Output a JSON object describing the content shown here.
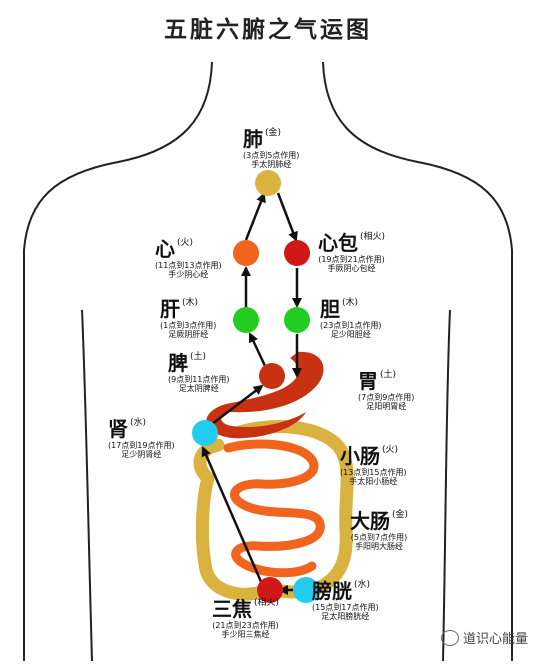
{
  "title": "五脏六腑之气运图",
  "organs": [
    {
      "name": "肺",
      "element": "金",
      "time": "(3点到5点作用)",
      "meridian": "手太阴肺经",
      "color": "#d9b23f"
    },
    {
      "name": "心",
      "element": "火",
      "time": "(11点到13点作用)",
      "meridian": "手少阴心经",
      "color": "#f0641e"
    },
    {
      "name": "心包",
      "element": "相火",
      "time": "(19点到21点作用)",
      "meridian": "手厥阴心包经",
      "color": "#d01818"
    },
    {
      "name": "肝",
      "element": "木",
      "time": "(1点到3点作用)",
      "meridian": "足厥阴肝经",
      "color": "#22cc22"
    },
    {
      "name": "胆",
      "element": "木",
      "time": "(23点到1点作用)",
      "meridian": "足少阳胆经",
      "color": "#22cc22"
    },
    {
      "name": "脾",
      "element": "土",
      "time": "(9点到11点作用)",
      "meridian": "足太阴脾经",
      "color": "#c83212"
    },
    {
      "name": "胃",
      "element": "土",
      "time": "(7点到9点作用)",
      "meridian": "足阳明胃经",
      "color": "#c83212"
    },
    {
      "name": "肾",
      "element": "水",
      "time": "(17点到19点作用)",
      "meridian": "足少阴肾经",
      "color": "#22ccee"
    },
    {
      "name": "小肠",
      "element": "火",
      "time": "(13点到15点作用)",
      "meridian": "手太阳小肠经",
      "color": "#d9b23f"
    },
    {
      "name": "大肠",
      "element": "金",
      "time": "(5点到7点作用)",
      "meridian": "手阳明大肠经",
      "color": "#f0641e"
    },
    {
      "name": "膀胱",
      "element": "水",
      "time": "(15点到17点作用)",
      "meridian": "足太阳膀胱经",
      "color": "#22ccee"
    },
    {
      "name": "三焦",
      "element": "相火",
      "time": "(21点到23点作用)",
      "meridian": "手少阳三焦经",
      "color": "#d01818"
    }
  ],
  "watermark": "道识心能量"
}
